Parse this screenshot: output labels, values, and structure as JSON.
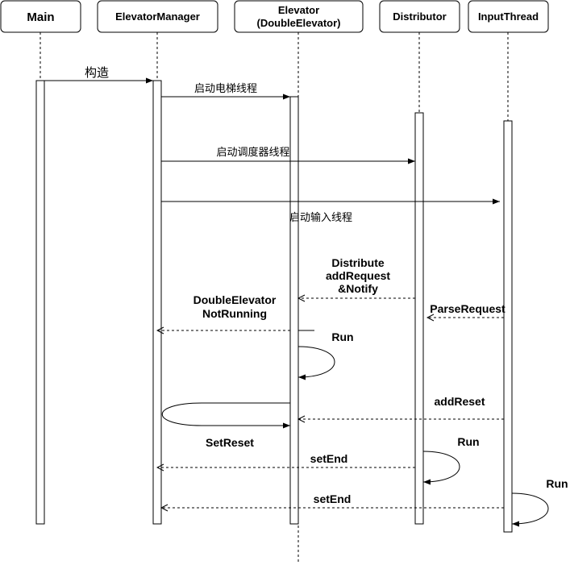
{
  "actors": {
    "main": "Main",
    "manager": "ElevatorManager",
    "elevator_line1": "Elevator",
    "elevator_line2": "(DoubleElevator)",
    "distributor": "Distributor",
    "input_thread": "InputThread"
  },
  "messages": {
    "construct": "构造",
    "start_elevator": "启动电梯线程",
    "start_distributor": "启动调度器线程",
    "start_input": "启动输入线程",
    "distribute_line1": "Distribute",
    "distribute_line2": "addRequest",
    "distribute_line3": "&Notify",
    "not_running_line1": "DoubleElevator",
    "not_running_line2": "NotRunning",
    "parse_request": "ParseRequest",
    "run_elevator": "Run",
    "add_reset": "addReset",
    "set_reset": "SetReset",
    "run_distributor": "Run",
    "set_end_distributor": "setEnd",
    "run_input": "Run",
    "set_end_input": "setEnd"
  }
}
